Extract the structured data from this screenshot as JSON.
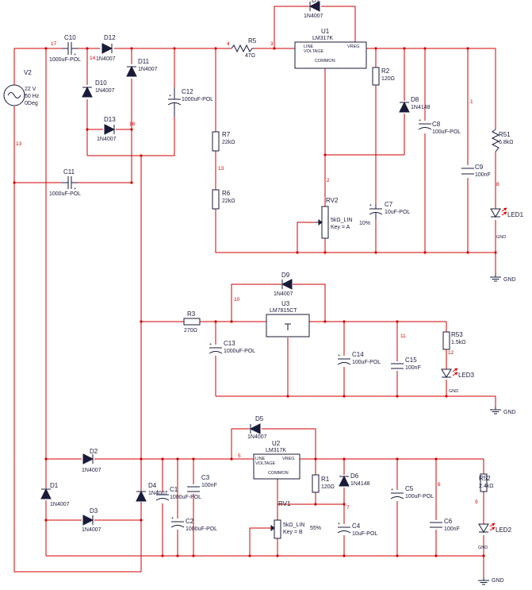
{
  "title": "",
  "colors": {
    "wire": "#d00000",
    "component": "#1a1a3a",
    "led_arrow": "#e00000",
    "background": "#ffffff"
  },
  "source": {
    "ref": "V2",
    "voltage": "22 V",
    "freq": "50 Hz",
    "phase": "0Deg"
  },
  "regulators": {
    "u1": {
      "ref": "U1",
      "part": "LM317K",
      "pin_line": "LINE",
      "pin_voltage": "VOLTAGE",
      "pin_vreg": "VREG",
      "pin_common": "COMMON"
    },
    "u2": {
      "ref": "U2",
      "part": "LM317K",
      "pin_line": "LINE",
      "pin_voltage": "VOLTAGE",
      "pin_vreg": "VREG",
      "pin_common": "COMMON"
    },
    "u3": {
      "ref": "U3",
      "part": "LM7815CT"
    }
  },
  "resistors": {
    "r1": {
      "ref": "R1",
      "value": "120Ω"
    },
    "r2": {
      "ref": "R2",
      "value": "120Ω"
    },
    "r2b": {
      "ref": "R52",
      "value": "2.4kΩ"
    },
    "r3": {
      "ref": "R3",
      "value": "270Ω"
    },
    "r5": {
      "ref": "R5",
      "value": "47Ω"
    },
    "r6": {
      "ref": "R6",
      "value": "22kΩ"
    },
    "r7": {
      "ref": "R7",
      "value": "22kΩ"
    },
    "r51": {
      "ref": "R51",
      "value": "6.8kΩ"
    },
    "r53": {
      "ref": "R53",
      "value": "1.5kΩ"
    }
  },
  "pots": {
    "rv1": {
      "ref": "RV1",
      "value": "5kΩ_LIN",
      "key": "Key = B",
      "percent": "55%"
    },
    "rv2": {
      "ref": "RV2",
      "value": "5kΩ_LIN",
      "key": "Key = A",
      "percent": "10%"
    }
  },
  "capacitors": {
    "c1": {
      "ref": "C1",
      "value": "1000uF-POL"
    },
    "c2": {
      "ref": "C2",
      "value": "1000uF-POL"
    },
    "c3": {
      "ref": "C3",
      "value": "100nF"
    },
    "c4": {
      "ref": "C4",
      "value": "10uF-POL"
    },
    "c5": {
      "ref": "C5",
      "value": "100uF-POL"
    },
    "c6": {
      "ref": "C6",
      "value": "100nF"
    },
    "c7": {
      "ref": "C7",
      "value": "10uF-POL"
    },
    "c8": {
      "ref": "C8",
      "value": "100uF-POL"
    },
    "c9": {
      "ref": "C9",
      "value": "100nF"
    },
    "c10": {
      "ref": "C10",
      "value": "1000uF-POL"
    },
    "c11": {
      "ref": "C11",
      "value": "1000uF-POL"
    },
    "c12": {
      "ref": "C12",
      "value": "1000uF-POL"
    },
    "c13": {
      "ref": "C13",
      "value": "1000uF-POL"
    },
    "c14": {
      "ref": "C14",
      "value": "100uF-POL"
    },
    "c15": {
      "ref": "C15",
      "value": "100nF"
    }
  },
  "diodes": {
    "d1": {
      "ref": "D1",
      "value": "1N4007"
    },
    "d2": {
      "ref": "D2",
      "value": "1N4007"
    },
    "d3": {
      "ref": "D3",
      "value": "1N4007"
    },
    "d4": {
      "ref": "D4",
      "value": "1N4007"
    },
    "d5": {
      "ref": "D5",
      "value": "1N4007"
    },
    "d6": {
      "ref": "D6",
      "value": "1N4148"
    },
    "d8": {
      "ref": "D8",
      "value": "1N4148"
    },
    "d9": {
      "ref": "D9",
      "value": "1N4007"
    },
    "d10": {
      "ref": "D10",
      "value": "1N4007"
    },
    "d11": {
      "ref": "D11",
      "value": "1N4007"
    },
    "d12": {
      "ref": "D12",
      "value": "1N4007"
    },
    "d13": {
      "ref": "D13",
      "value": "1N4007"
    },
    "d14": {
      "ref": "D1",
      "value": "1N4007"
    }
  },
  "leds": {
    "led1": "LED1",
    "led2": "LED2",
    "led3": "LED3"
  },
  "ground": {
    "label": "GND",
    "small": "GND"
  },
  "nets": {
    "n1": "1",
    "n2": "2",
    "n3": "3",
    "n4": "4",
    "n5": "5",
    "n6": "6",
    "n7": "7",
    "n8": "8",
    "n9": "9",
    "n10": "10",
    "n11": "11",
    "n12": "12",
    "n13": "13",
    "n13b": "13",
    "n14": "14",
    "n16": "16",
    "n17": "17"
  }
}
